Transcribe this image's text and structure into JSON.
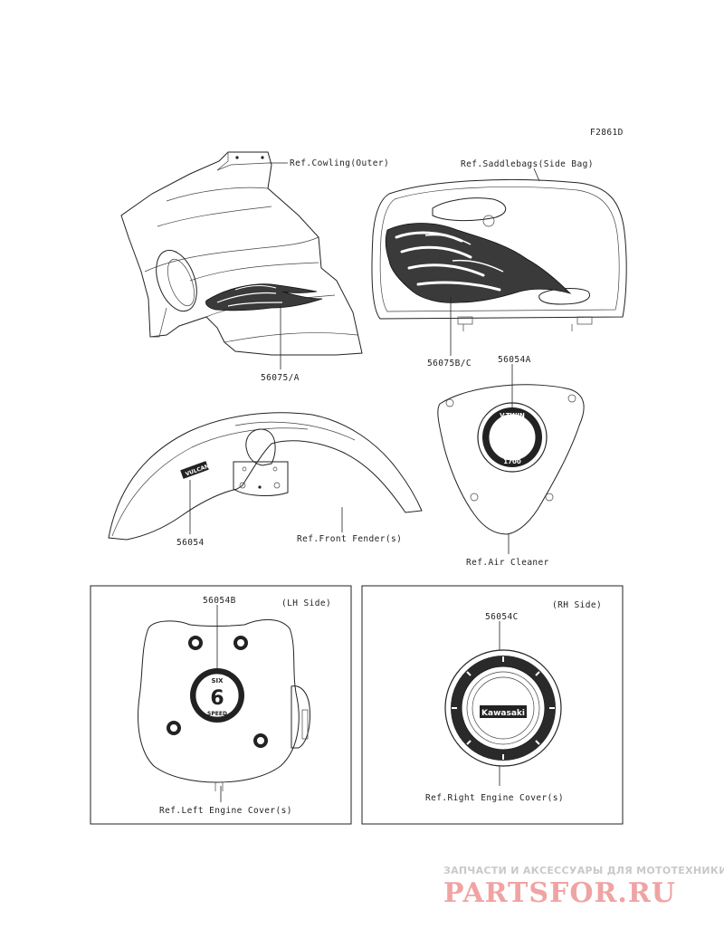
{
  "figure_code": "F2861D",
  "labels": {
    "cowling": "Ref.Cowling(Outer)",
    "saddlebags": "Ref.Saddlebags(Side Bag)",
    "part_56075A": "56075/A",
    "part_56075BC": "56075B/C",
    "part_56054A": "56054A",
    "part_56054": "56054",
    "front_fender": "Ref.Front Fender(s)",
    "air_cleaner": "Ref.Air Cleaner",
    "part_56054B": "56054B",
    "lh_side": "(LH Side)",
    "left_engine_cover": "Ref.Left Engine Cover(s)",
    "rh_side": "(RH Side)",
    "part_56054C": "56054C",
    "right_engine_cover": "Ref.Right Engine Cover(s)"
  },
  "emblems": {
    "air_cleaner_top": "V-TWIN",
    "air_cleaner_bottom": "1700",
    "six_speed_top": "SIX",
    "six_speed_number": "6",
    "six_speed_bottom": "SPEED",
    "kawasaki_logo": "Kawasaki",
    "fender_decal": "VULCAN"
  },
  "watermark": {
    "tagline": "ЗАПЧАСТИ И АКСЕССУАРЫ ДЛЯ МОТОТЕХНИКИ",
    "brand": "PARTSFOR.RU"
  }
}
